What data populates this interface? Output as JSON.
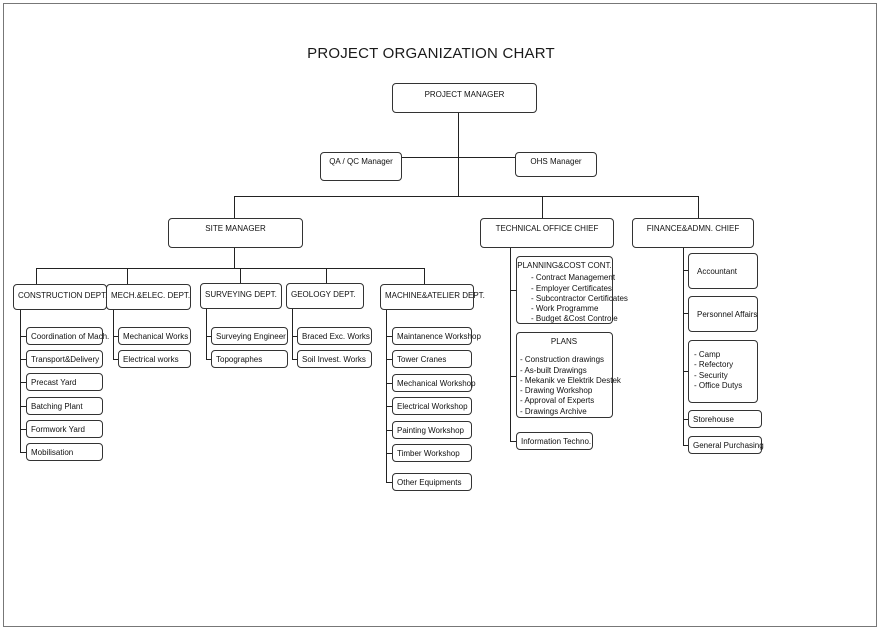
{
  "title": "PROJECT ORGANIZATION CHART",
  "project_manager": "PROJECT MANAGER",
  "qa_manager": "QA / QC Manager",
  "ohs_manager": "OHS Manager",
  "site_manager": "SITE MANAGER",
  "technical_office_chief": "TECHNICAL OFFICE CHIEF",
  "finance_chief": "FINANCE&ADMN. CHIEF",
  "departments": {
    "construction": {
      "label": "CONSTRUCTION DEPT.",
      "items": [
        "Coordination of Mach.",
        "Transport&Delivery",
        "Precast Yard",
        "Batching Plant",
        "Formwork Yard",
        "Mobilisation"
      ]
    },
    "mech_elec": {
      "label": "MECH.&ELEC. DEPT.",
      "items": [
        "Mechanical Works",
        "Electrical works"
      ]
    },
    "surveying": {
      "label": "SURVEYING DEPT.",
      "items": [
        "Surveying Engineer",
        "Topographes"
      ]
    },
    "geology": {
      "label": "GEOLOGY DEPT.",
      "items": [
        "Braced Exc. Works",
        "Soil Invest. Works"
      ]
    },
    "machine_atelier": {
      "label": "MACHINE&ATELIER DEPT.",
      "items": [
        "Maintanence Workshop",
        "Tower Cranes",
        "Mechanical Workshop",
        "Electrical Workshop",
        "Painting Workshop",
        "Timber Workshop",
        "Other Equipments"
      ]
    }
  },
  "technical": {
    "planning": {
      "label": "PLANNING&COST CONT.",
      "items": [
        "- Contract Management",
        "- Employer Certificates",
        "- Subcontractor Certificates",
        "- Work Programme",
        "- Budget &Cost Controle"
      ]
    },
    "plans": {
      "label": "PLANS",
      "items": [
        "- Construction drawings",
        "- As-built Drawings",
        "- Mekanik ve Elektrik Destek",
        "- Drawing Workshop",
        "- Approval of Experts",
        "- Drawings Archive"
      ]
    },
    "info": "Information Techno."
  },
  "finance": {
    "accountant": "Accountant",
    "personnel": "Personnel Affairs",
    "admin_items": [
      "- Camp",
      "- Refectory",
      "- Security",
      "- Office Dutys"
    ],
    "storehouse": "Storehouse",
    "purchasing": "General Purchasing"
  }
}
